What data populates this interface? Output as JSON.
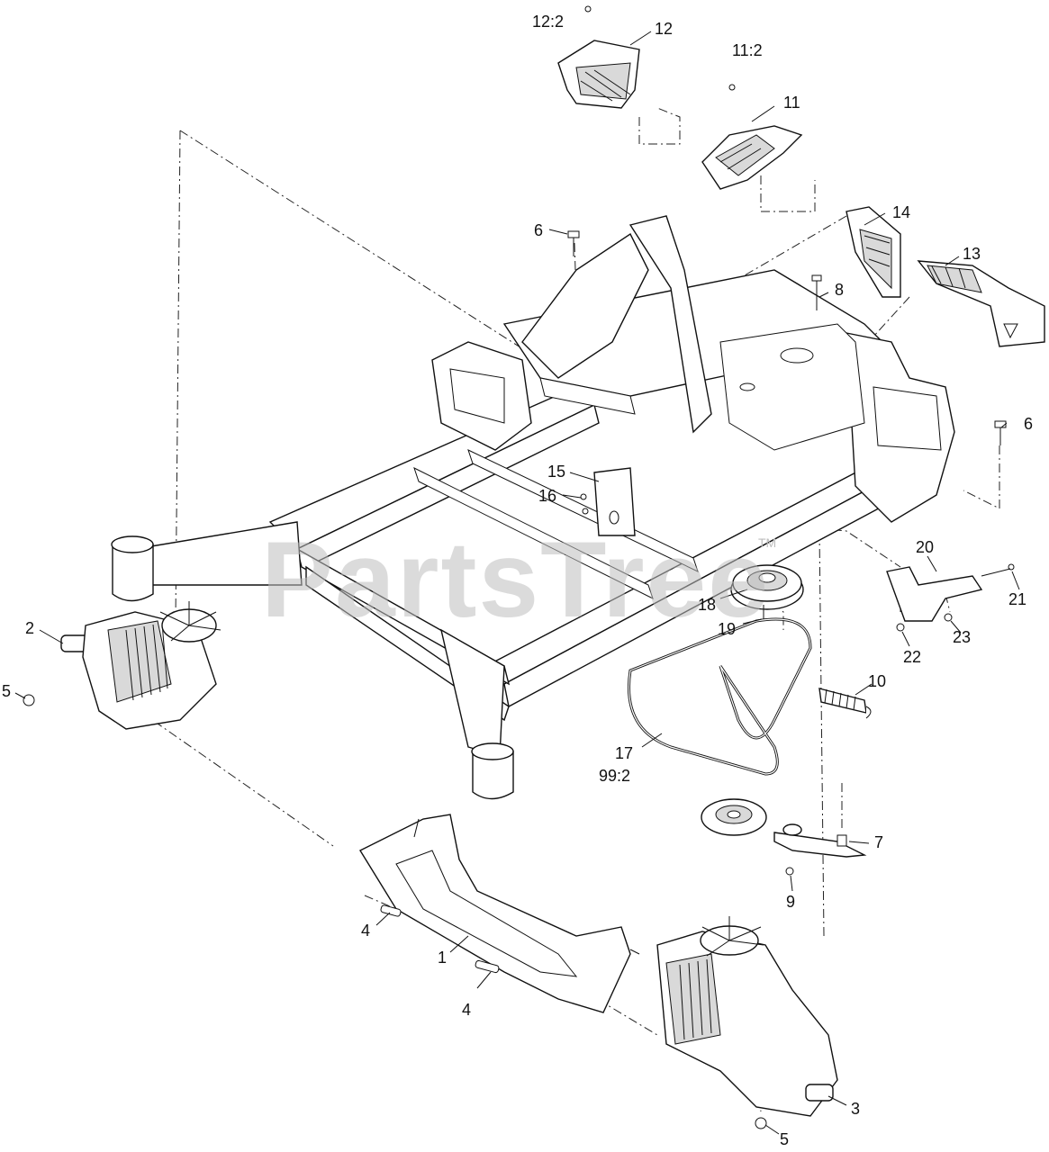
{
  "watermark": {
    "text": "PartsTree",
    "trademark": "TM"
  },
  "labels": {
    "l1": "1",
    "l2": "2",
    "l3": "3",
    "l4a": "4",
    "l4b": "4",
    "l5a": "5",
    "l5b": "5",
    "l6a": "6",
    "l6b": "6",
    "l7": "7",
    "l8": "8",
    "l9": "9",
    "l10": "10",
    "l11": "11",
    "l11_2": "11:2",
    "l12": "12",
    "l12_2": "12:2",
    "l13": "13",
    "l14": "14",
    "l15": "15",
    "l16": "16",
    "l17": "17",
    "l99_2": "99:2",
    "l18": "18",
    "l19": "19",
    "l20": "20",
    "l21": "21",
    "l22": "22",
    "l23": "23"
  }
}
